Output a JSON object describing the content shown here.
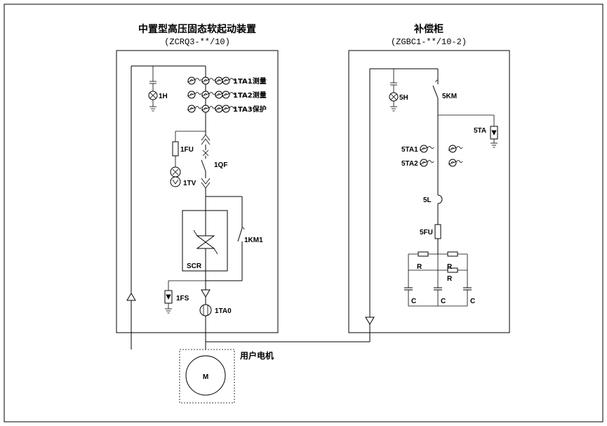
{
  "left_cabinet": {
    "title": "中置型高压固态软起动装置",
    "model": "(ZCRQ3-**/10)",
    "labels": {
      "lamp": "1H",
      "ta1": "1TA1测量",
      "ta2": "1TA2测量",
      "ta3": "1TA3保护",
      "fuse": "1FU",
      "breaker": "1QF",
      "vt": "1TV",
      "bypass": "1KM1",
      "scr": "SCR",
      "arrester": "1FS",
      "ta0": "1TA0"
    }
  },
  "right_cabinet": {
    "title": "补偿柜",
    "model": "(ZGBC1-**/10-2)",
    "labels": {
      "lamp": "5H",
      "contactor": "5KM",
      "arrester": "5TA",
      "ta1": "5TA1",
      "ta2": "5TA2",
      "reactor": "5L",
      "fuse": "5FU",
      "r1": "R",
      "r2": "R",
      "r3": "R",
      "c1": "C",
      "c2": "C",
      "c3": "C"
    }
  },
  "motor": {
    "label": "用户电机",
    "symbol": "M"
  }
}
